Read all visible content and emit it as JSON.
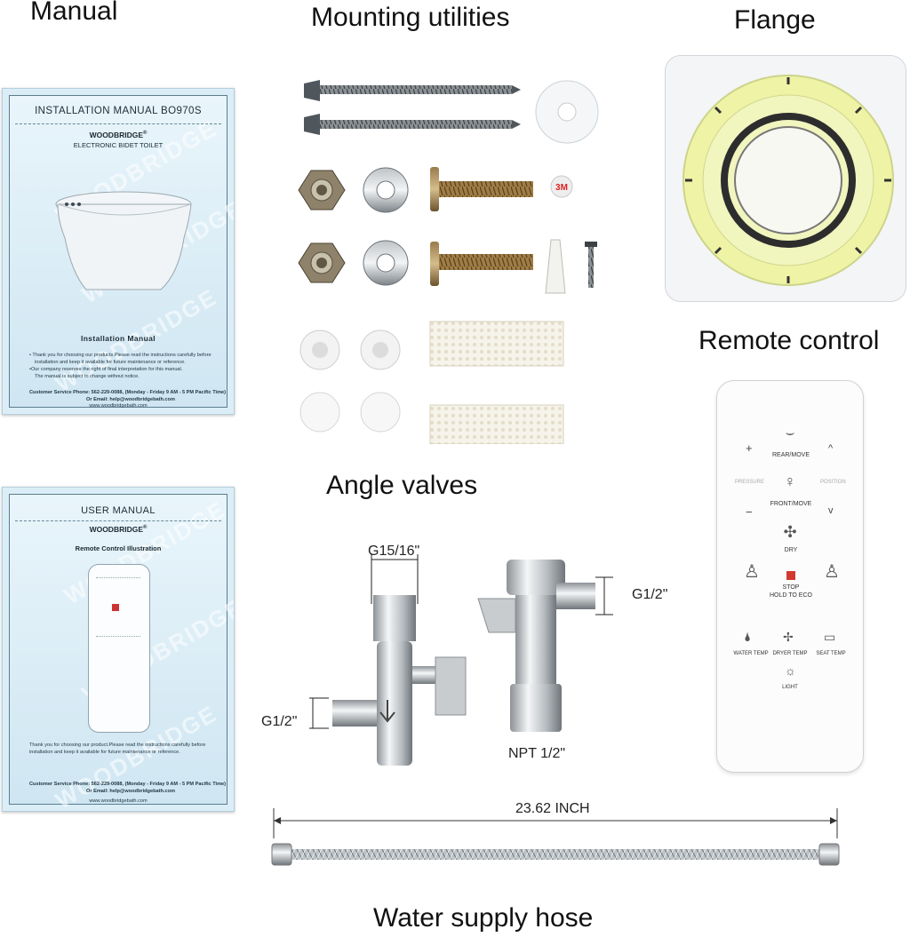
{
  "titles": {
    "manual": "Manual",
    "mounting": "Mounting utilities",
    "flange": "Flange",
    "remote": "Remote control",
    "valves": "Angle valves",
    "hose": "Water supply hose"
  },
  "install_manual": {
    "header": "INSTALLATION MANUAL BO970S",
    "brand": "WOODBRIDGE",
    "brand_mark": "®",
    "product": "ELECTRONIC BIDET TOILET",
    "section": "Installation Manual",
    "line1": "• Thank you for choosing our products.Please read the instructions carefully before",
    "line2": "installation and keep it available for future maintenance or reference.",
    "line3": "•Our company reserves the right of final interpretation for this manual.",
    "line4": "The manual is subject to change without notice.",
    "service": "Customer Service Phone: 562-229-0088, (Monday - Friday 9 AM - 5 PM Pacific Time)",
    "email": "Or Email: help@woodbridgebath.com",
    "site": "www.woodbridgebath.com",
    "watermark": "WOODBRIDGE"
  },
  "user_manual": {
    "header": "USER  MANUAL",
    "brand": "WOODBRIDGE",
    "brand_mark": "®",
    "section": "Remote Control Illustration",
    "line1": "Thank you for choosing our product.Please read the instructions carefully before",
    "line2": "installation and keep it available for future maintenance or reference.",
    "service": "Customer Service Phone: 562-229-0088, (Monday - Friday 9 AM - 5 PM Pacific Time)",
    "email": "Or Email: help@woodbridgebath.com",
    "site": "www.woodbridgebath.com",
    "watermark": "WOODBRIDGE"
  },
  "remote": {
    "plus": "+",
    "minus": "−",
    "up": "^",
    "down": "v",
    "rear": "REAR/MOVE",
    "pressure": "PRESSURE",
    "position": "POSITION",
    "front": "FRONT/MOVE",
    "dry": "DRY",
    "stop": "STOP",
    "hold": "HOLD TO ECO",
    "water_temp": "WATER TEMP",
    "dryer_temp": "DRYER TEMP",
    "seat_temp": "SEAT TEMP",
    "light": "LIGHT",
    "stop_color": "#d23a2f"
  },
  "valves": {
    "g15": "G15/16\"",
    "g12_left": "G1/2\"",
    "g12_right": "G1/2\"",
    "npt": "NPT 1/2\""
  },
  "hose": {
    "length": "23.62 INCH"
  },
  "flange": {
    "ring_color": "#eef3a6",
    "gasket_color": "#2b2b2b"
  }
}
